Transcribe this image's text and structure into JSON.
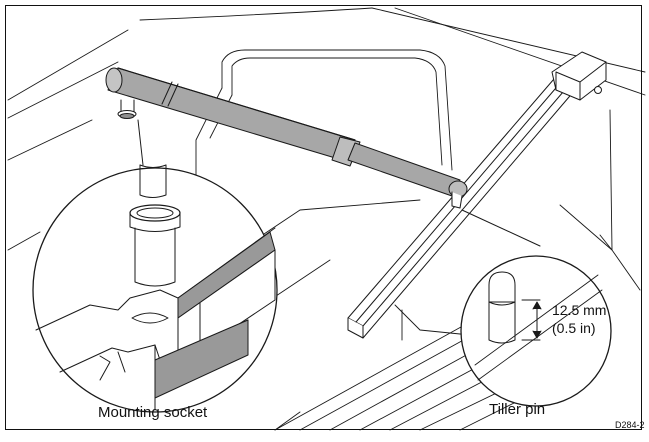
{
  "labels": {
    "mounting_socket": "Mounting socket",
    "tiller_pin": "Tiller pin",
    "pin_height_mm": "12.5 mm",
    "pin_height_in": "(0.5 in)",
    "drawing_code": "D284-2"
  },
  "colors": {
    "line": "#1a1a1a",
    "ram_fill": "#a7a7a7",
    "ram_shade": "#8f8f8f",
    "socket_cut": "#999999",
    "background": "#ffffff"
  }
}
